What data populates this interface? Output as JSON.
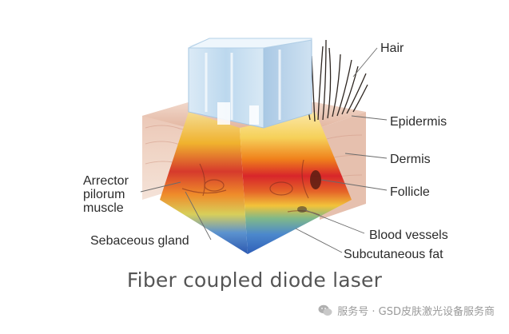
{
  "labels": {
    "hair": "Hair",
    "epidermis": "Epidermis",
    "dermis": "Dermis",
    "follicle": "Follicle",
    "arrector": [
      "Arrector",
      "pilorum",
      "muscle"
    ],
    "sebaceous": "Sebaceous gland",
    "blood_vessels": "Blood vessels",
    "subcutaneous": "Subcutaneous fat"
  },
  "caption": "Fiber coupled diode laser",
  "watermark": {
    "text": "服务号 · GSD皮肤激光设备服务商",
    "icon": "wechat-icon"
  },
  "colors": {
    "heat_hot": "#d8262a",
    "heat_warm": "#f2b51c",
    "heat_cool": "#2f6bc4",
    "skin": "#e9c3b2",
    "glass": "#c7e0f3"
  }
}
